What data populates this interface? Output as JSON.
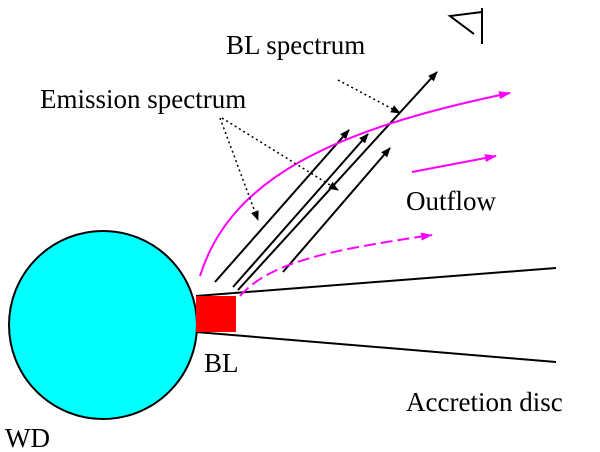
{
  "labels": {
    "bl_spectrum": "BL spectrum",
    "emission_spectrum": "Emission spectrum",
    "outflow": "Outflow",
    "bl": "BL",
    "accretion_disc": "Accretion disc",
    "wd": "WD"
  },
  "icons": {
    "observer": "eye-observer-icon"
  },
  "colors": {
    "white_dwarf_fill": "#00ffff",
    "boundary_layer_fill": "#ff0000",
    "outflow": "#ff00ff",
    "lines": "#000000"
  }
}
